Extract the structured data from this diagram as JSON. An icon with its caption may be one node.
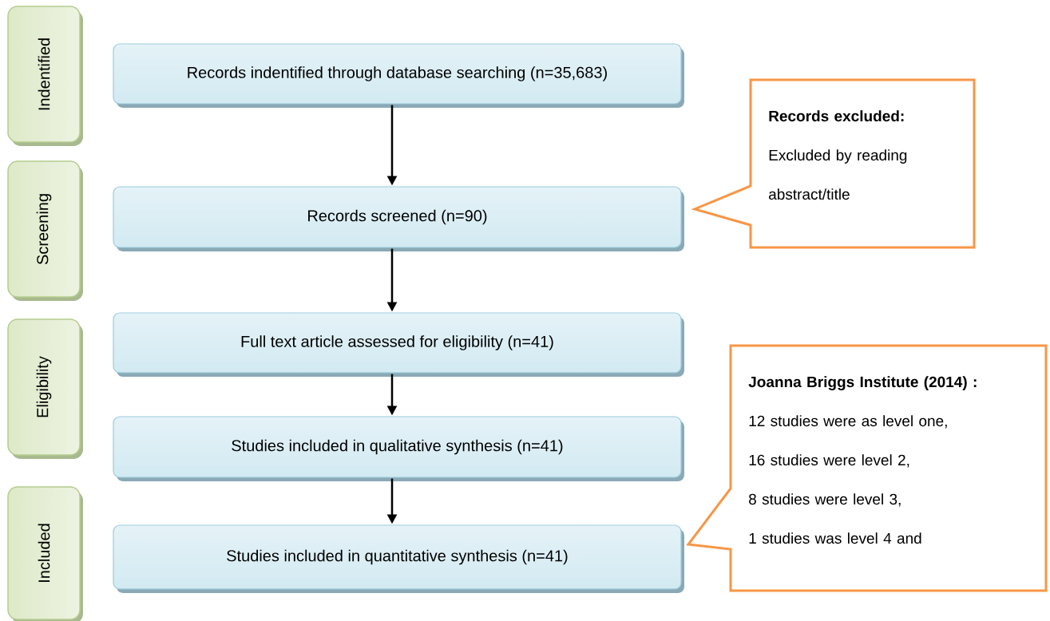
{
  "diagram": {
    "nodes": [
      {
        "text": [
          "Indentified"
        ]
      },
      {
        "text": [
          "Screening"
        ]
      },
      {
        "text": [
          "Eligibility"
        ]
      },
      {
        "text": [
          "Included"
        ]
      },
      {
        "text": [
          "Records indentified through database searching (n=35,683)"
        ]
      },
      {
        "text": [
          "Records screened (n=90)"
        ]
      },
      {
        "text": [
          "Full text article assessed for eligibility (n=41)"
        ]
      },
      {
        "text": [
          "Studies included in qualitative synthesis (n=41)"
        ]
      },
      {
        "text": [
          "Studies included in quantitative synthesis (n=41)"
        ]
      },
      {
        "text": [
          "Records excluded:",
          "Excluded by reading abstract/title"
        ]
      },
      {
        "text": [
          "Joanna Briggs Institute (2014) :",
          "12 studies were as level one,",
          "16 studies were level 2,",
          "8 studies were level 3,",
          "1 studies was level 4 and"
        ]
      }
    ],
    "edges": [
      {
        "from": 4,
        "to": 5,
        "arrow": "to"
      },
      {
        "from": 5,
        "to": 6,
        "arrow": "to"
      },
      {
        "from": 6,
        "to": 7,
        "arrow": "to"
      },
      {
        "from": 7,
        "to": 8,
        "arrow": "to"
      }
    ]
  }
}
